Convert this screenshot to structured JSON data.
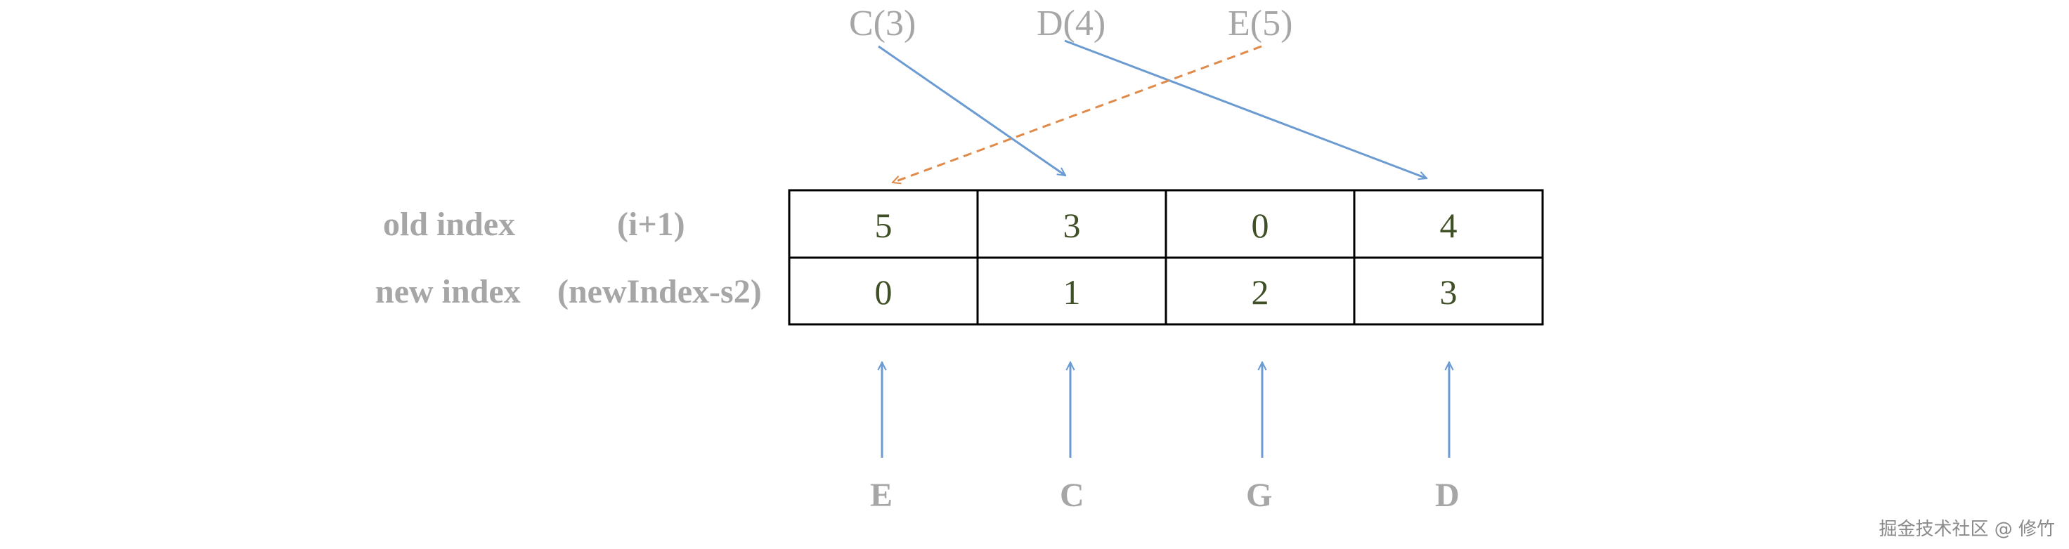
{
  "top_labels": [
    "C(3)",
    "D(4)",
    "E(5)"
  ],
  "row_labels": {
    "old_index": "old index",
    "old_index_expr": "(i+1)",
    "new_index": "new index",
    "new_index_expr": "(newIndex-s2)"
  },
  "table": {
    "old_index": [
      "5",
      "3",
      "0",
      "4"
    ],
    "new_index": [
      "0",
      "1",
      "2",
      "3"
    ]
  },
  "bottom_labels": [
    "E",
    "C",
    "G",
    "D"
  ],
  "watermark": "掘金技术社区 @ 修竹",
  "colors": {
    "label_gray": "#a6a6a6",
    "cell_text": "#3f4f26",
    "arrow_blue": "#6b9bd1",
    "arrow_orange": "#e08a4a",
    "grid": "#000000"
  }
}
